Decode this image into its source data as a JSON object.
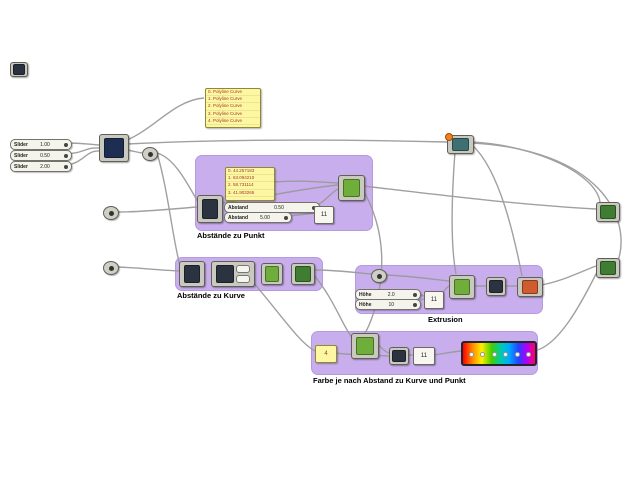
{
  "groups": {
    "punkt": {
      "label": "Abstände zu Punkt"
    },
    "kurve": {
      "label": "Abstände zu Kurve"
    },
    "extrusion": {
      "label": "Extrusion"
    },
    "farbe": {
      "label": "Farbe je nach Abstand zu Kurve und Punkt"
    }
  },
  "panels": {
    "top": {
      "lines": [
        "0. Polyline Curve",
        "1. Polyline Curve",
        "2. Polyline Curve",
        "3. Polyline Curve",
        "4. Polyline Curve"
      ]
    },
    "punkt": {
      "lines": [
        "0. 44.257183",
        "1. 63.094210",
        "2. 58.731114",
        "3. 41.903265"
      ]
    },
    "farbe": {
      "value": "4"
    }
  },
  "sliders": {
    "s1": {
      "label": "Slider",
      "value": "1.00"
    },
    "s2": {
      "label": "Slider",
      "value": "0.50"
    },
    "s3": {
      "label": "Slider",
      "value": "2.00"
    },
    "p1": {
      "label": "Abstand",
      "value": "0.50"
    },
    "p2": {
      "label": "Abstand",
      "value": "5.00"
    },
    "e1": {
      "label": "Höhe",
      "value": "2.0"
    },
    "e2": {
      "label": "Höhe",
      "value": "10"
    }
  },
  "numbers": {
    "punkt": "11",
    "extrusion": "11",
    "farbe": "11"
  }
}
